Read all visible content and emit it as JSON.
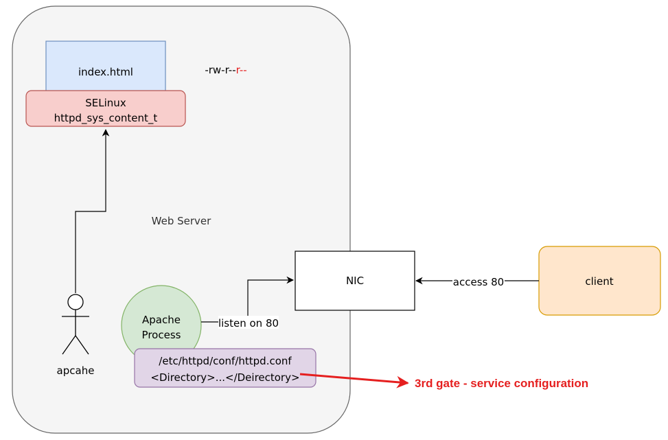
{
  "colors": {
    "server_fill": "#f5f5f5",
    "server_stroke": "#666666",
    "index_fill": "#dae8fc",
    "index_stroke": "#6c8ebf",
    "selinux_fill": "#f8cecc",
    "selinux_stroke": "#b85450",
    "apache_fill": "#d5e8d4",
    "apache_stroke": "#82b366",
    "config_fill": "#e1d5e7",
    "config_stroke": "#9673a6",
    "client_fill": "#ffe6cc",
    "client_stroke": "#d79b00",
    "accent_red": "#e51f1f"
  },
  "nodes": {
    "server": {
      "label": "Web Server"
    },
    "index_file": {
      "label": "index.html"
    },
    "permissions": {
      "owner_group": "-rw-r--",
      "other": "r--"
    },
    "selinux": {
      "line1": "SELinux",
      "line2": "httpd_sys_content_t"
    },
    "apache_process": {
      "line1": "Apache",
      "line2": "Process"
    },
    "config": {
      "line1": "/etc/httpd/conf/httpd.conf",
      "line2": "<Directory>...</Deirectory>"
    },
    "nic": {
      "label": "NIC"
    },
    "client": {
      "label": "client"
    },
    "actor": {
      "label": "apcahe"
    }
  },
  "edges": {
    "listen": {
      "label": "listen on 80"
    },
    "access": {
      "label": "access 80"
    },
    "gate": {
      "label": "3rd gate - service configuration"
    }
  }
}
